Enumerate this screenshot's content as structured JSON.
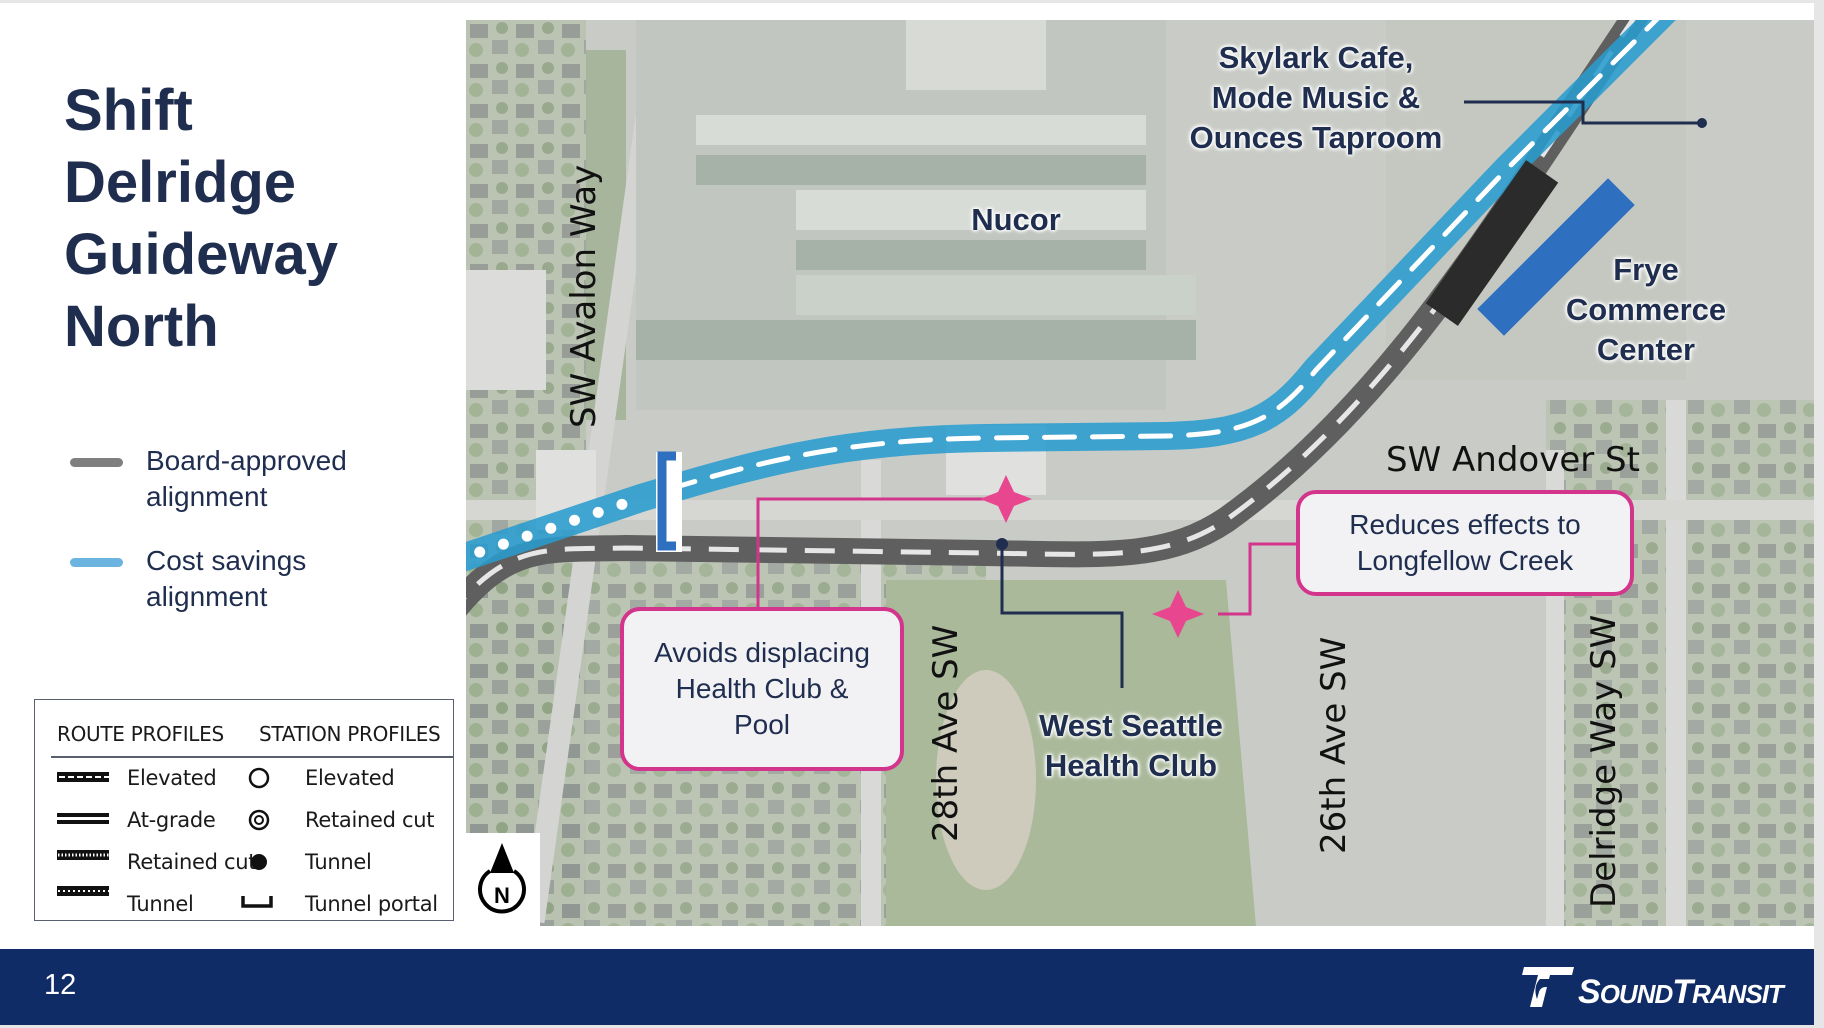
{
  "slide": {
    "title_lines": [
      "Shift",
      "Delridge",
      "Guideway",
      "North"
    ],
    "page_number": "12"
  },
  "alignment_legend": [
    {
      "label_line1": "Board-approved",
      "label_line2": "alignment",
      "color": "#7f7f7f"
    },
    {
      "label_line1": "Cost savings",
      "label_line2": "alignment",
      "color": "#6cb4e0"
    }
  ],
  "profiles_legend": {
    "route_header": "ROUTE PROFILES",
    "station_header": "STATION PROFILES",
    "route_items": [
      "Elevated",
      "At-grade",
      "Retained cut",
      "Tunnel"
    ],
    "station_items": [
      "Elevated",
      "Retained cut",
      "Tunnel",
      "Tunnel portal"
    ]
  },
  "map": {
    "places": {
      "skylark": [
        "Skylark Cafe,",
        "Mode Music &",
        "Ounces Taproom"
      ],
      "nucor": "Nucor",
      "frye": [
        "Frye",
        "Commerce",
        "Center"
      ],
      "health_club": [
        "West Seattle",
        "Health Club"
      ]
    },
    "streets": {
      "avalon": "SW Avalon Way",
      "andover": "SW Andover St",
      "ave28": "28th Ave SW",
      "ave26": "26th Ave SW",
      "delridge": "Delridge Way SW"
    },
    "callouts": {
      "health_club_pool": [
        "Avoids displacing",
        "Health Club &",
        "Pool"
      ],
      "longfellow": [
        "Reduces effects to",
        "Longfellow Creek"
      ]
    },
    "north_arrow_label": "N",
    "colors": {
      "board_line": "#5f5f5f",
      "cost_line": "#2a9ccf",
      "callout_border": "#d3358c",
      "star": "#e8478f",
      "station_board": "#2b2b2b",
      "station_cost": "#2f6fc0",
      "portal": "#2f6fc0",
      "leader": "#1f2d4e"
    }
  },
  "footer": {
    "brand_name_big1": "S",
    "brand_name_small1": "OUND",
    "brand_name_big2": "T",
    "brand_name_small2": "RANSIT"
  }
}
